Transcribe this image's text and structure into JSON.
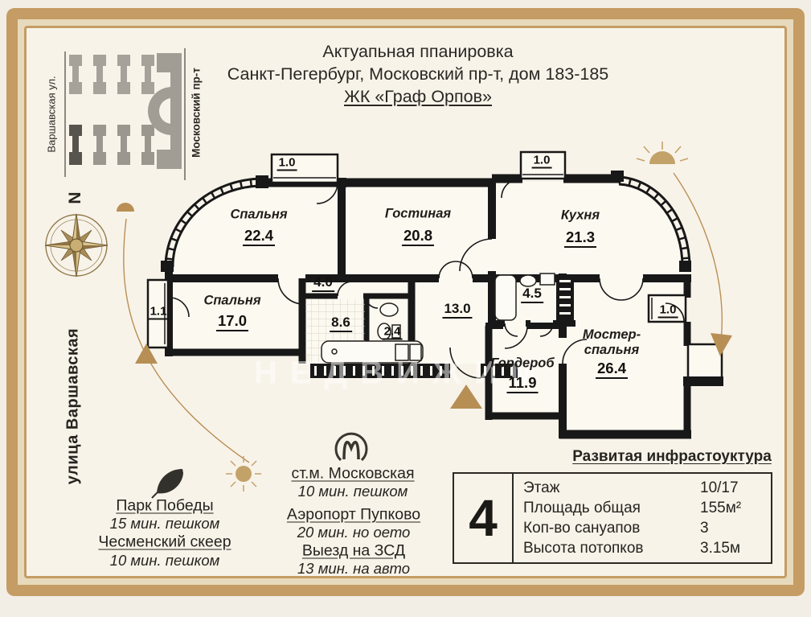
{
  "colors": {
    "frame_tan": "#c49c64",
    "accent": "#b98f55",
    "wall": "#181818",
    "cream": "#f8f3e9"
  },
  "header": {
    "line1": "Актуапьная ппанировка",
    "line2": "Санкт-Пегербург, Московский пр-т, дом 183-185",
    "line3": "ЖК «Граф Орпов»"
  },
  "minimap": {
    "street_left": "Варшавская ул.",
    "street_right": "Московский пр-т"
  },
  "compass": {
    "north": "N"
  },
  "left_street": "улица Варшавская",
  "plan": {
    "watermark": "НЕДВИЖИМ",
    "rooms": {
      "bedroom1": {
        "name": "Спальня",
        "area": "22.4"
      },
      "living": {
        "name": "Гостиная",
        "area": "20.8"
      },
      "kitchen": {
        "name": "Кухня",
        "area": "21.3"
      },
      "bedroom2": {
        "name": "Спальня",
        "area": "17.0"
      },
      "wardrobe": {
        "name": "Гордероб",
        "area": "11.9"
      },
      "master": {
        "name": "Мостер-\nспальня",
        "area": "26.4"
      },
      "hall": {
        "area": "4.0"
      },
      "bath1": {
        "area": "8.6"
      },
      "wc": {
        "area": "2.4"
      },
      "corridor": {
        "area": "13.0"
      },
      "bath2": {
        "area": "4.5"
      },
      "balcony_top1": {
        "area": "1.0"
      },
      "balcony_top2": {
        "area": "1.0"
      },
      "balcony_left": {
        "area": "1.1"
      },
      "balcony_right": {
        "area": "1.0"
      }
    }
  },
  "poi": {
    "park": {
      "title": "Парк Победы",
      "time": "15 мин. пешком"
    },
    "square": {
      "title": "Чесменский скеер",
      "time": "10 мин. пешком"
    },
    "metro": {
      "title": "ст.м. Московская",
      "time": "10 мин. пешком"
    },
    "airport": {
      "title": "Аэропорт Пупково",
      "time": "20 мин. но оето"
    },
    "highway": {
      "title": "Выезд на ЗСД",
      "time": "13 мин. на авто"
    }
  },
  "infrastructure": {
    "heading": "Развитая инфрастоуктура",
    "rooms_number": "4",
    "rows": [
      {
        "label": "Этаж",
        "value": "10/17"
      },
      {
        "label": "Площадь общая",
        "value": "155м²"
      },
      {
        "label": "Коп-во сануапов",
        "value": "3"
      },
      {
        "label": "Высота потопков",
        "value": "3.15м"
      }
    ]
  }
}
